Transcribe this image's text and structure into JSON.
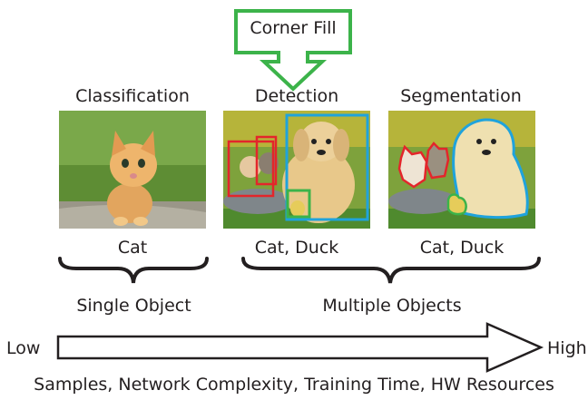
{
  "callout": {
    "label": "Corner Fill"
  },
  "columns": [
    {
      "title": "Classification",
      "result": "Cat"
    },
    {
      "title": "Detection",
      "result": "Cat, Duck"
    },
    {
      "title": "Segmentation",
      "result": "Cat, Duck"
    }
  ],
  "groups": {
    "single": "Single Object",
    "multiple": "Multiple Objects"
  },
  "scale": {
    "low": "Low",
    "high": "High"
  },
  "footer": "Samples, Network Complexity, Training Time, HW Resources",
  "colors": {
    "callout": "#3cb34a",
    "box_red": "#e3262b",
    "box_blue": "#1fa3dc",
    "box_green": "#3cb34a"
  }
}
